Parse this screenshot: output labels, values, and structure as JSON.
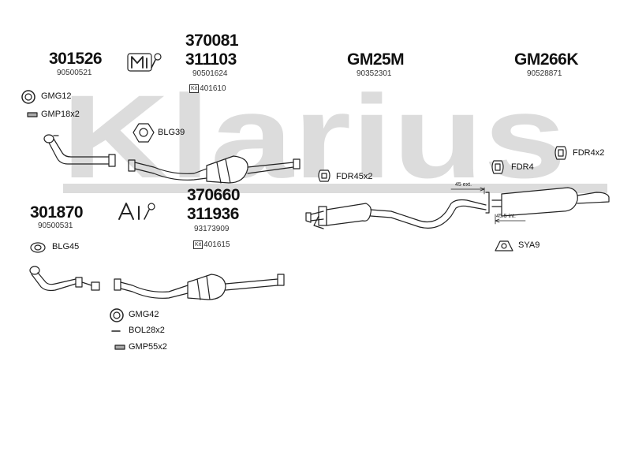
{
  "watermark": "Klarius",
  "groups": {
    "g1": {
      "part": "301526",
      "oe": "90500521"
    },
    "g2": {
      "part1": "370081",
      "part2": "311103",
      "oe": "90501624",
      "kit": "401610"
    },
    "g3": {
      "part": "GM25M",
      "oe": "90352301"
    },
    "g4": {
      "part": "GM266K",
      "oe": "90528871"
    },
    "g5": {
      "part": "301870",
      "oe": "90500531"
    },
    "g6": {
      "part1": "370660",
      "part2": "311936",
      "oe": "93173909",
      "kit": "401615"
    }
  },
  "kit_box_label": "Kit",
  "fittings": {
    "gmg12": "GMG12",
    "gmp18": "GMP18x2",
    "blg39": "BLG39",
    "blg45": "BLG45",
    "gmg42": "GMG42",
    "bol28": "BOL28x2",
    "gmp55": "GMP55x2",
    "fdr45": "FDR45x2",
    "fdr4": "FDR4",
    "fdr4x2": "FDR4x2",
    "sya9": "SYA9"
  },
  "dimensions": {
    "ext45": "45 ext.",
    "int455": "45.5 int."
  },
  "colors": {
    "watermark": "#dcdcdc",
    "stroke": "#222222"
  }
}
